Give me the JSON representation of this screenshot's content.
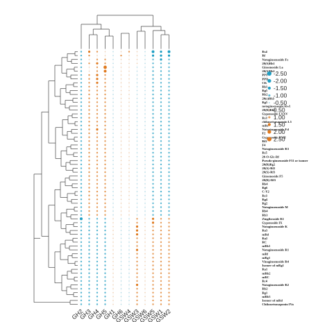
{
  "chart_data": {
    "type": "heatmap",
    "columns": [
      "GH2",
      "GH3",
      "GH4",
      "GH5",
      "GH1",
      "GH6",
      "GSW4",
      "GSW3",
      "GSW6",
      "GSW5",
      "GSW1",
      "GSW2"
    ],
    "rows": [
      "Rs4",
      "Rf",
      "Notoginsenoside Fe",
      "20(S)Rh1",
      "Ginsenoside La",
      "20(S)Rh1",
      "PPT",
      "PPD",
      "CK",
      "Rk1",
      "Rg5",
      "Rk2",
      "20(s)Rh3",
      "Rg5",
      "notoginsenoside Rw1",
      "20(R)Rh3",
      "Gypenoside LXXV",
      "Rs3",
      "chikusetsusaponin L5",
      "mRe",
      "Notoginsenoside Fd",
      "F2",
      "Gypenoside XVII",
      "Rf2",
      "F4",
      "Notoginsenoside R3",
      "Rs5",
      "20-O-Glc-Rf",
      "Pseudo-ginsenoside F11 or isomer",
      "20(R)Rg2",
      "20(S)-Rf2",
      "20(S)-Rf3",
      "Ginsenoside F5",
      "20(R)-Rf3",
      "Rk4",
      "Rg6",
      "C-Y2",
      "Re3",
      "Rg4",
      "Rg2",
      "Notoginsenoside M",
      "Rh4",
      "Rb3",
      "Zingibroside R1",
      "Gypenoside IX",
      "Notoginsenoside K",
      "Ra3",
      "mRd",
      "Ra2",
      "RC",
      "mRb1",
      "Notoginsenoside R1",
      "mRf",
      "mRg1",
      "Vinaginsenoside R4",
      "Isomer of mRg1",
      "Ra1",
      "mRb2",
      "mRC",
      "Rc4",
      "Notoginsenoside R2",
      "Rb2",
      "Rg1",
      "mRb3",
      "Isomer of mRd",
      "Chikusetsusaponin IVa"
    ],
    "legend": {
      "levels": [
        -2.5,
        -2.0,
        -1.5,
        -1.0,
        -0.5,
        0.5,
        1.0,
        1.5,
        2.0,
        2.5
      ],
      "labels": [
        "-2.50",
        "-2.00",
        "-1.50",
        "-1.00",
        "-0.50",
        "0.50",
        "1.00",
        "1.50",
        "2.00",
        "2.50"
      ]
    },
    "colors": {
      "negative": "#1f9fc4",
      "positive": "#e07a1f",
      "dendrogram": "#444444"
    },
    "values": [
      [
        -1.0,
        1.5,
        1.0,
        0.5,
        -0.5,
        0.5,
        1.0,
        0.5,
        -0.5,
        -2.0,
        -1.5,
        -2.0
      ],
      [
        -1.0,
        1.0,
        0.5,
        0.5,
        -0.5,
        1.0,
        0.5,
        0.5,
        -0.5,
        -1.5,
        -1.5,
        -1.5
      ],
      [
        -1.0,
        0.5,
        1.0,
        1.0,
        -0.5,
        0.5,
        0.5,
        0.5,
        -0.5,
        -1.0,
        -1.5,
        -1.0
      ],
      [
        -1.0,
        1.0,
        1.5,
        1.0,
        -0.5,
        0.5,
        0.5,
        0.5,
        -0.5,
        -1.0,
        -1.0,
        -1.0
      ],
      [
        -1.0,
        0.5,
        1.0,
        2.5,
        -0.5,
        0.5,
        0.5,
        -0.5,
        -0.5,
        -1.0,
        -1.0,
        -1.0
      ],
      [
        -1.0,
        0.5,
        1.0,
        2.0,
        -0.5,
        0.5,
        0.5,
        -0.5,
        -0.5,
        -1.0,
        -1.0,
        -1.0
      ],
      [
        -1.0,
        1.0,
        1.5,
        1.0,
        -0.5,
        0.5,
        0.5,
        -0.5,
        -0.5,
        -1.0,
        -1.0,
        -1.0
      ],
      [
        -1.0,
        1.0,
        1.5,
        1.0,
        -0.5,
        0.5,
        0.5,
        -0.5,
        -0.5,
        -1.0,
        -1.0,
        -1.0
      ],
      [
        -1.0,
        1.0,
        1.5,
        1.0,
        -0.5,
        0.5,
        0.5,
        -0.5,
        -0.5,
        -1.0,
        -1.0,
        -1.0
      ],
      [
        -1.0,
        1.0,
        1.0,
        1.0,
        -0.5,
        0.5,
        0.5,
        -0.5,
        -0.5,
        -1.0,
        -1.0,
        -1.0
      ],
      [
        -1.0,
        1.0,
        1.0,
        1.0,
        -0.5,
        0.5,
        0.5,
        -0.5,
        -0.5,
        -1.0,
        -1.0,
        -1.0
      ],
      [
        -1.0,
        1.0,
        1.0,
        1.0,
        -0.5,
        0.5,
        0.5,
        -0.5,
        -0.5,
        -1.0,
        -1.0,
        -1.0
      ],
      [
        -1.0,
        1.0,
        1.0,
        1.0,
        -0.5,
        0.5,
        0.5,
        -0.5,
        -0.5,
        -1.0,
        -1.0,
        -1.0
      ],
      [
        -1.0,
        1.0,
        1.0,
        1.0,
        -0.5,
        0.5,
        0.5,
        -0.5,
        -0.5,
        -1.0,
        -1.0,
        -1.0
      ],
      [
        -1.0,
        1.0,
        1.0,
        1.0,
        -0.5,
        0.5,
        0.5,
        -0.5,
        -0.5,
        -1.0,
        -1.0,
        -1.0
      ],
      [
        -1.0,
        1.0,
        1.0,
        1.0,
        -0.5,
        0.5,
        0.5,
        -0.5,
        -0.5,
        -1.0,
        -1.0,
        -1.0
      ],
      [
        -1.0,
        1.0,
        1.0,
        1.0,
        -0.5,
        0.5,
        0.5,
        -0.5,
        -0.5,
        -1.0,
        -1.0,
        -1.0
      ],
      [
        -1.0,
        1.0,
        1.0,
        1.0,
        -0.5,
        0.5,
        0.5,
        -0.5,
        -0.5,
        -1.0,
        -1.0,
        -1.0
      ],
      [
        -1.0,
        1.0,
        1.0,
        1.0,
        -0.5,
        0.5,
        0.5,
        -0.5,
        -0.5,
        -1.0,
        -1.0,
        -1.0
      ],
      [
        -1.0,
        1.0,
        1.0,
        1.0,
        -0.5,
        0.5,
        0.5,
        -0.5,
        -0.5,
        -1.0,
        -1.0,
        -1.0
      ],
      [
        -1.0,
        1.0,
        1.5,
        1.0,
        -0.5,
        0.5,
        0.5,
        -0.5,
        -0.5,
        -1.0,
        -1.0,
        -1.0
      ],
      [
        -1.0,
        1.0,
        1.0,
        1.0,
        -0.5,
        0.5,
        0.5,
        -0.5,
        -0.5,
        -1.0,
        -1.0,
        -1.0
      ],
      [
        -1.0,
        1.0,
        1.0,
        1.0,
        -0.5,
        0.5,
        0.5,
        -0.5,
        -0.5,
        -1.0,
        -1.0,
        -1.0
      ],
      [
        -1.0,
        1.0,
        1.0,
        1.0,
        -0.5,
        0.5,
        0.5,
        -0.5,
        -0.5,
        -1.0,
        -1.0,
        -1.0
      ],
      [
        -1.0,
        1.0,
        1.0,
        1.0,
        -0.5,
        0.5,
        0.5,
        -0.5,
        -0.5,
        -1.0,
        -1.0,
        -1.0
      ],
      [
        -1.0,
        1.0,
        1.0,
        1.0,
        -0.5,
        0.5,
        0.5,
        -0.5,
        -0.5,
        -1.0,
        -1.0,
        -1.0
      ],
      [
        -1.0,
        1.0,
        1.0,
        1.0,
        -0.5,
        0.5,
        0.5,
        -0.5,
        -0.5,
        -1.0,
        -1.0,
        -1.0
      ],
      [
        -1.0,
        1.0,
        1.0,
        1.0,
        -0.5,
        0.5,
        0.5,
        -0.5,
        -0.5,
        -1.0,
        -1.0,
        -1.0
      ],
      [
        -1.0,
        1.0,
        1.0,
        1.0,
        -0.5,
        0.5,
        0.5,
        -0.5,
        -0.5,
        -1.0,
        -1.0,
        -1.0
      ],
      [
        -1.0,
        1.0,
        1.0,
        1.0,
        -0.5,
        0.5,
        0.5,
        -0.5,
        -0.5,
        -1.0,
        -1.0,
        -1.0
      ],
      [
        -1.0,
        1.0,
        1.0,
        1.0,
        -0.5,
        0.5,
        0.5,
        -0.5,
        -0.5,
        -1.0,
        -1.0,
        -1.0
      ],
      [
        -1.0,
        1.0,
        1.0,
        1.0,
        -0.5,
        0.5,
        0.5,
        -0.5,
        -0.5,
        -1.0,
        -1.0,
        -1.0
      ],
      [
        -1.0,
        1.0,
        1.0,
        1.0,
        -0.5,
        0.5,
        0.5,
        -0.5,
        -0.5,
        -1.0,
        -1.0,
        -1.0
      ],
      [
        -1.0,
        1.0,
        1.0,
        1.0,
        -0.5,
        0.5,
        0.5,
        -0.5,
        -0.5,
        -1.0,
        -1.0,
        -1.0
      ],
      [
        -1.0,
        1.0,
        1.0,
        1.0,
        -0.5,
        0.5,
        0.5,
        -0.5,
        -0.5,
        -1.0,
        -1.0,
        -1.0
      ],
      [
        -1.0,
        1.0,
        1.0,
        1.0,
        -0.5,
        0.5,
        0.5,
        -0.5,
        -0.5,
        -1.0,
        -1.0,
        -1.0
      ],
      [
        -1.0,
        1.0,
        1.0,
        1.0,
        -0.5,
        0.5,
        0.5,
        -0.5,
        -0.5,
        -1.0,
        -1.0,
        -1.0
      ],
      [
        -1.0,
        1.0,
        1.0,
        1.0,
        -0.5,
        0.5,
        0.5,
        -0.5,
        -0.5,
        -1.0,
        -1.0,
        -1.0
      ],
      [
        -1.0,
        1.0,
        1.0,
        1.0,
        -0.5,
        0.5,
        0.5,
        -0.5,
        -0.5,
        -1.0,
        -1.0,
        -1.0
      ],
      [
        -1.0,
        1.0,
        1.0,
        1.0,
        -0.5,
        0.5,
        0.5,
        -0.5,
        -0.5,
        -1.0,
        -1.0,
        -1.0
      ],
      [
        -1.0,
        1.0,
        1.0,
        1.0,
        -0.5,
        0.5,
        0.5,
        -0.5,
        -0.5,
        -1.0,
        -1.0,
        -1.0
      ],
      [
        -1.0,
        1.0,
        1.0,
        1.0,
        -0.5,
        0.5,
        0.5,
        -0.5,
        -0.5,
        -1.0,
        -1.0,
        -1.0
      ],
      [
        -1.0,
        1.0,
        1.0,
        1.0,
        -0.5,
        0.5,
        0.5,
        -0.5,
        -0.5,
        -1.0,
        -1.0,
        -1.0
      ],
      [
        -2.0,
        -1.0,
        -1.0,
        -1.0,
        0.5,
        -0.5,
        -0.5,
        1.0,
        0.5,
        1.5,
        1.0,
        1.0
      ],
      [
        -1.0,
        -1.0,
        -1.0,
        -1.0,
        0.5,
        -0.5,
        -0.5,
        1.0,
        0.5,
        1.5,
        1.0,
        1.0
      ],
      [
        -1.0,
        -1.0,
        -1.0,
        -1.0,
        0.5,
        -0.5,
        -0.5,
        1.5,
        0.5,
        1.0,
        1.0,
        1.0
      ],
      [
        -1.0,
        -1.0,
        -1.0,
        -1.0,
        0.5,
        -0.5,
        -0.5,
        1.5,
        0.5,
        1.0,
        1.0,
        1.0
      ],
      [
        -1.0,
        -1.0,
        -1.0,
        -1.0,
        0.5,
        -0.5,
        -0.5,
        1.5,
        0.5,
        1.0,
        1.0,
        1.0
      ],
      [
        -1.0,
        -1.0,
        -1.0,
        -1.0,
        0.5,
        -0.5,
        -0.5,
        1.0,
        0.5,
        1.0,
        1.0,
        1.0
      ],
      [
        -1.0,
        -1.0,
        -1.0,
        -1.0,
        0.5,
        -0.5,
        -0.5,
        1.0,
        0.5,
        1.0,
        1.0,
        1.0
      ],
      [
        -1.0,
        -1.0,
        -1.0,
        -1.0,
        0.5,
        -0.5,
        -0.5,
        1.0,
        0.5,
        1.0,
        1.0,
        1.0
      ],
      [
        -1.0,
        -1.0,
        -1.0,
        -1.0,
        0.5,
        -0.5,
        -0.5,
        1.5,
        0.5,
        1.0,
        1.0,
        1.0
      ],
      [
        -1.0,
        -1.0,
        -1.0,
        -1.0,
        0.5,
        -0.5,
        -0.5,
        1.0,
        0.5,
        1.0,
        1.0,
        1.0
      ],
      [
        -1.0,
        -1.0,
        -1.0,
        -1.0,
        0.5,
        -0.5,
        -0.5,
        1.0,
        0.5,
        1.0,
        1.0,
        1.0
      ],
      [
        -1.0,
        -1.0,
        -1.0,
        -1.0,
        0.5,
        -0.5,
        -0.5,
        1.0,
        0.5,
        1.0,
        1.0,
        1.0
      ],
      [
        -1.0,
        -1.0,
        -1.0,
        -1.0,
        0.5,
        -0.5,
        -0.5,
        1.0,
        0.5,
        1.0,
        1.0,
        1.0
      ],
      [
        -1.0,
        -1.0,
        -1.0,
        -1.0,
        0.5,
        -0.5,
        -0.5,
        1.0,
        0.5,
        1.0,
        1.0,
        1.0
      ],
      [
        -1.0,
        -1.0,
        -1.0,
        -1.0,
        0.5,
        -0.5,
        -0.5,
        1.0,
        0.5,
        1.0,
        1.0,
        1.0
      ],
      [
        -1.0,
        -1.0,
        -1.0,
        -1.0,
        0.5,
        -0.5,
        -0.5,
        1.0,
        0.5,
        1.0,
        1.0,
        1.0
      ],
      [
        -1.0,
        -1.0,
        -1.0,
        -1.0,
        0.5,
        -0.5,
        -0.5,
        1.0,
        0.5,
        1.0,
        1.0,
        1.0
      ],
      [
        -1.0,
        -1.0,
        -1.0,
        -1.0,
        0.5,
        -0.5,
        -0.5,
        1.5,
        0.5,
        1.0,
        1.0,
        1.0
      ],
      [
        -1.0,
        -1.0,
        -1.0,
        -1.0,
        0.5,
        -0.5,
        -0.5,
        1.0,
        0.5,
        1.0,
        1.0,
        1.0
      ],
      [
        -1.0,
        -1.0,
        -1.0,
        -1.0,
        0.5,
        -0.5,
        -0.5,
        1.0,
        0.5,
        1.0,
        1.0,
        1.0
      ],
      [
        -1.0,
        -1.0,
        -1.0,
        -1.0,
        0.5,
        -0.5,
        -0.5,
        1.0,
        0.5,
        1.0,
        1.0,
        1.0
      ],
      [
        -1.0,
        -1.0,
        -1.0,
        -1.0,
        0.5,
        -0.5,
        -0.5,
        1.0,
        0.5,
        1.0,
        1.0,
        1.0
      ],
      [
        -1.0,
        -1.0,
        -1.0,
        -1.0,
        0.5,
        -0.5,
        -0.5,
        1.0,
        0.5,
        1.0,
        1.0,
        1.0
      ]
    ]
  }
}
